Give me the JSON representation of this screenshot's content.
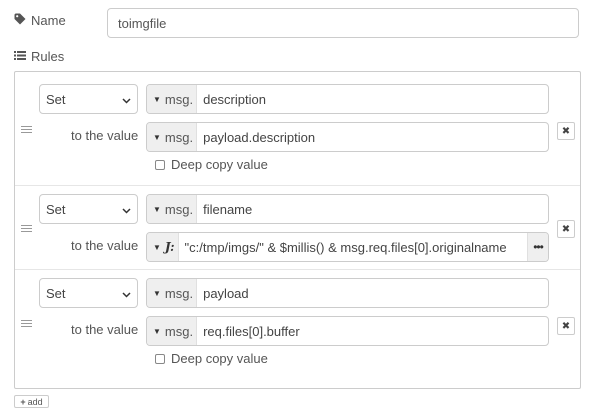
{
  "name_field": {
    "label": "Name",
    "value": "toimgfile"
  },
  "rules_section": {
    "label": "Rules"
  },
  "rules": [
    {
      "action": "Set",
      "target_type": "msg.",
      "target_value": "description",
      "to_label": "to the value",
      "source_type": "msg.",
      "source_value": "payload.description",
      "deep_copy_label": "Deep copy value"
    },
    {
      "action": "Set",
      "target_type": "msg.",
      "target_value": "filename",
      "to_label": "to the value",
      "source_type": "J:",
      "source_value": "\"c:/tmp/imgs/\" & $millis() & msg.req.files[0].originalname",
      "expand_label": "•••"
    },
    {
      "action": "Set",
      "target_type": "msg.",
      "target_value": "payload",
      "to_label": "to the value",
      "source_type": "msg.",
      "source_value": "req.files[0].buffer",
      "deep_copy_label": "Deep copy value"
    }
  ],
  "add_button": {
    "label": "add"
  },
  "icons": {
    "name": "tag-icon",
    "rules": "list-icon",
    "remove": "close-icon",
    "drag": "drag-handle-icon",
    "caret": "caret-down-icon",
    "chevron": "chevron-down-icon",
    "add": "plus-icon"
  }
}
